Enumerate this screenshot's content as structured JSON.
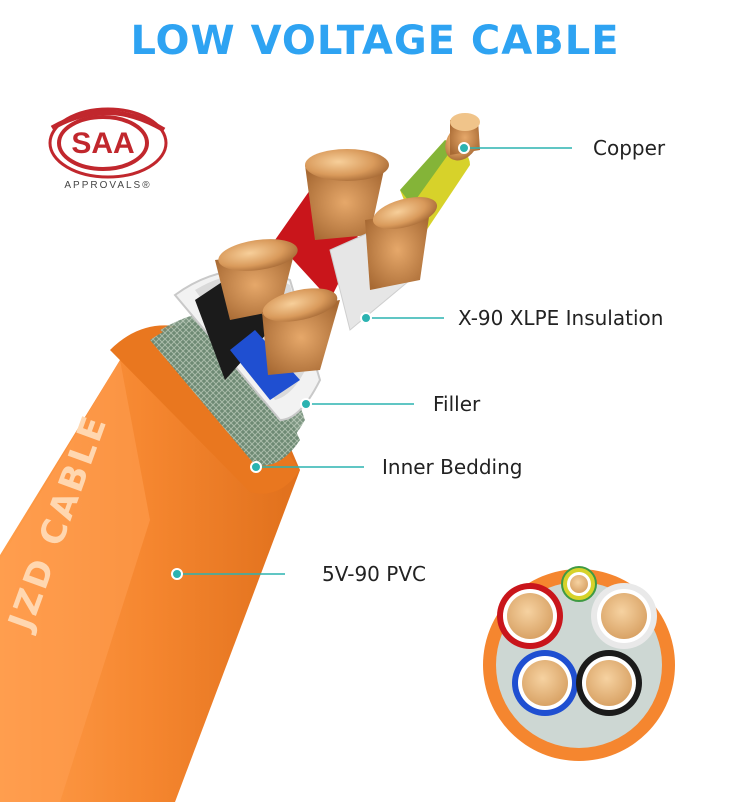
{
  "title": "LOW VOLTAGE CABLE",
  "logo": {
    "mark": "SAA",
    "subtext": "APPROVALS®"
  },
  "brand_text": "JZD CABLE",
  "labels": {
    "copper": "Copper",
    "insulation": "X-90 XLPE Insulation",
    "filler": "Filler",
    "inner_bedding": "Inner Bedding",
    "sheath": "5V-90 PVC"
  },
  "colors": {
    "title": "#2ea3f2",
    "sheath": "#f5862f",
    "leader": "#2bb3b1",
    "copper": "#d99a5b",
    "red": "#c9151b",
    "yellow_green": "#d7d22a",
    "white": "#e9e9e9",
    "black": "#1b1b1b",
    "blue": "#1f4fd1"
  }
}
